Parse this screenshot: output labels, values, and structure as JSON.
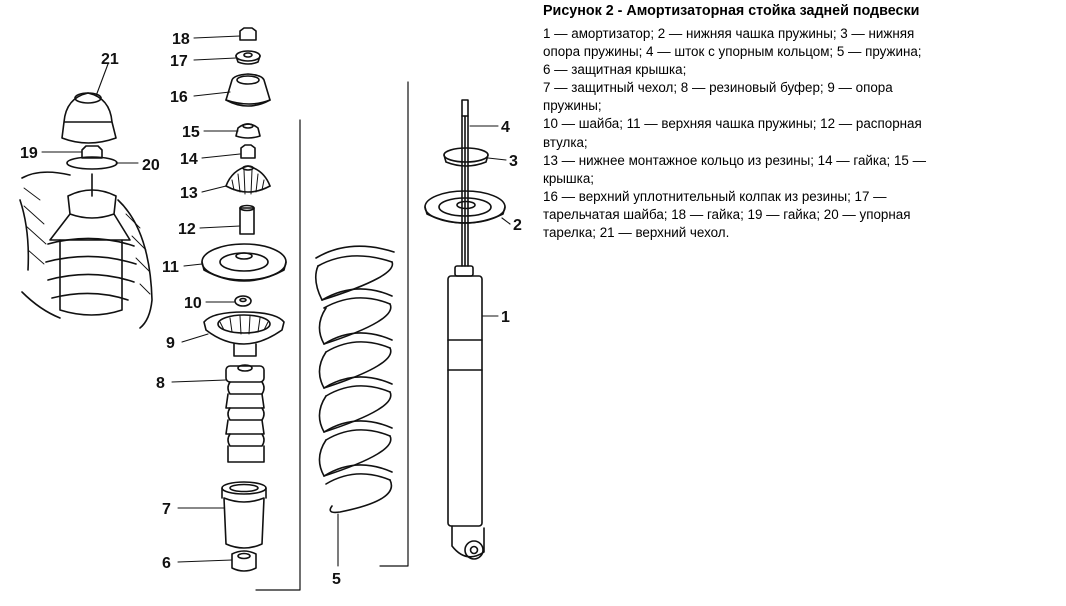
{
  "caption": {
    "title": "Рисунок 2 - Амортизаторная стойка задней подвески",
    "lines": [
      "1 — амортизатор; 2 — нижняя чашка пружины; 3 — нижняя",
      "опора пружины; 4 — шток с упорным кольцом; 5 — пружина;",
      "6 — защитная крышка;",
      "7 — защитный чехол; 8 — резиновый буфер; 9 — опора",
      "пружины;",
      "10 — шайба; 11 — верхняя чашка пружины; 12 — распорная",
      "втулка;",
      "13 — нижнее монтажное кольцо из резины; 14 — гайка; 15 —",
      "крышка;",
      "16 — верхний уплотнительный колпак из резины; 17 —",
      "тарельчатая шайба; 18 — гайка; 19 — гайка; 20 — упорная",
      "тарелка; 21 — верхний чехол."
    ]
  },
  "diagram": {
    "callouts": {
      "n1": "1",
      "n2": "2",
      "n3": "3",
      "n4": "4",
      "n5": "5",
      "n6": "6",
      "n7": "7",
      "n8": "8",
      "n9": "9",
      "n10": "10",
      "n11": "11",
      "n12": "12",
      "n13": "13",
      "n14": "14",
      "n15": "15",
      "n16": "16",
      "n17": "17",
      "n18": "18",
      "n19": "19",
      "n20": "20",
      "n21": "21"
    }
  }
}
